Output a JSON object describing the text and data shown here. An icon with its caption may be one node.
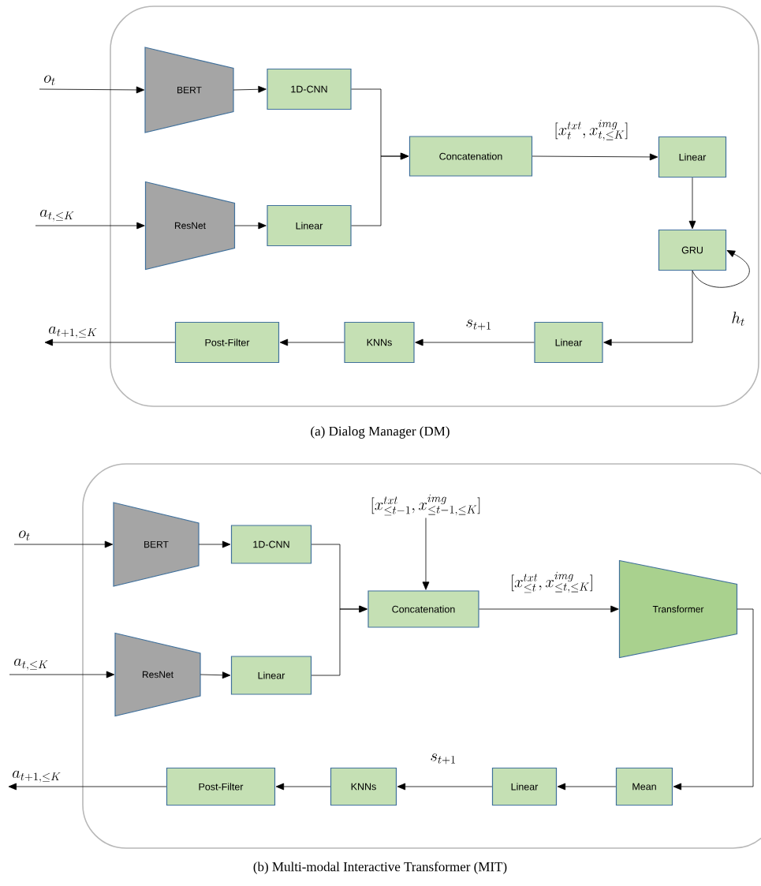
{
  "diagram": {
    "nodes": [
      {
        "text": [
          "o_t"
        ]
      },
      {
        "text": [
          "BERT"
        ]
      },
      {
        "text": [
          "1D-CNN"
        ]
      },
      {
        "text": [
          "a_{t,\\leq K}"
        ]
      },
      {
        "text": [
          "ResNet"
        ]
      },
      {
        "text": [
          "Linear"
        ]
      },
      {
        "text": [
          "Concatenation"
        ]
      },
      {
        "text": [
          "Linear"
        ]
      },
      {
        "text": [
          "GRU"
        ]
      },
      {
        "text": [
          "Linear"
        ]
      },
      {
        "text": [
          "KNNs"
        ]
      },
      {
        "text": [
          "Post-Filter"
        ]
      },
      {
        "text": [
          "a_{t+1,\\leq K}"
        ]
      },
      {
        "text": [
          "o_t"
        ]
      },
      {
        "text": [
          "BERT"
        ]
      },
      {
        "text": [
          "1D-CNN"
        ]
      },
      {
        "text": [
          "a_{t,\\leq K}"
        ]
      },
      {
        "text": [
          "ResNet"
        ]
      },
      {
        "text": [
          "Linear"
        ]
      },
      {
        "text": [
          "[x_{\\leq t-1}^{txt}, x_{\\leq t-1,\\leq K}^{img}]"
        ]
      },
      {
        "text": [
          "Concatenation"
        ]
      },
      {
        "text": [
          "Transformer"
        ]
      },
      {
        "text": [
          "Mean"
        ]
      },
      {
        "text": [
          "Linear"
        ]
      },
      {
        "text": [
          "KNNs"
        ]
      },
      {
        "text": [
          "Post-Filter"
        ]
      },
      {
        "text": [
          "a_{t+1,\\leq K}"
        ]
      }
    ],
    "edges": [
      {
        "from": 0,
        "to": 1,
        "arrow": "to"
      },
      {
        "from": 1,
        "to": 2,
        "arrow": "to"
      },
      {
        "from": 3,
        "to": 4,
        "arrow": "to"
      },
      {
        "from": 4,
        "to": 5,
        "arrow": "to"
      },
      {
        "from": 2,
        "to": 6,
        "arrow": "to"
      },
      {
        "from": 5,
        "to": 6,
        "arrow": "to"
      },
      {
        "from": 6,
        "to": 7,
        "arrow": "to",
        "label": "[x_t^{txt}, x_{t,\\leq K}^{img}]"
      },
      {
        "from": 7,
        "to": 8,
        "arrow": "to"
      },
      {
        "from": 8,
        "to": 8,
        "arrow": "to",
        "label": "h_t"
      },
      {
        "from": 8,
        "to": 9,
        "arrow": "to"
      },
      {
        "from": 9,
        "to": 10,
        "arrow": "to",
        "label": "s_{t+1}"
      },
      {
        "from": 10,
        "to": 11,
        "arrow": "to"
      },
      {
        "from": 11,
        "to": 12,
        "arrow": "to"
      },
      {
        "from": 13,
        "to": 14,
        "arrow": "to"
      },
      {
        "from": 14,
        "to": 15,
        "arrow": "to"
      },
      {
        "from": 16,
        "to": 17,
        "arrow": "to"
      },
      {
        "from": 17,
        "to": 18,
        "arrow": "to"
      },
      {
        "from": 15,
        "to": 20,
        "arrow": "to"
      },
      {
        "from": 18,
        "to": 20,
        "arrow": "to"
      },
      {
        "from": 19,
        "to": 20,
        "arrow": "to"
      },
      {
        "from": 20,
        "to": 21,
        "arrow": "to",
        "label": "[x_{\\leq t}^{txt}, x_{\\leq t,\\leq K}^{img}]"
      },
      {
        "from": 21,
        "to": 22,
        "arrow": "to"
      },
      {
        "from": 22,
        "to": 23,
        "arrow": "to"
      },
      {
        "from": 23,
        "to": 24,
        "arrow": "to",
        "label": "s_{t+1}"
      },
      {
        "from": 24,
        "to": 25,
        "arrow": "to"
      },
      {
        "from": 25,
        "to": 26,
        "arrow": "to"
      }
    ],
    "labels": [
      "(a) Dialog Manager (DM)",
      "(b) Multi-modal Interactive Transformer (MIT)"
    ]
  }
}
